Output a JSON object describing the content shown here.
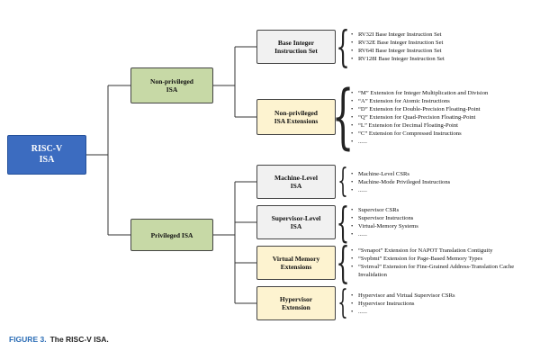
{
  "ui": {
    "bullet": "•",
    "brace": "{"
  },
  "colors": {
    "root-bg": "#3c6cc0",
    "root-border": "#24509a",
    "root-text": "#ffffff",
    "green-bg": "#c7d9a6",
    "yellow-bg": "#fdf3d0",
    "gray-bg": "#f1f1f1",
    "node-border": "#444444",
    "caption-blue": "#2a6cb5",
    "line": "#333333"
  },
  "tree": {
    "root": {
      "label": "RISC-V\nISA"
    },
    "non_privileged": {
      "label": "Non-privileged\nISA"
    },
    "privileged": {
      "label": "Privileged ISA"
    },
    "base_integer": {
      "label": "Base Integer\nInstruction Set"
    },
    "np_extensions": {
      "label": "Non-privileged\nISA Extensions"
    },
    "machine_level": {
      "label": "Machine-Level\nISA"
    },
    "supervisor_level": {
      "label": "Supervisor-Level\nISA"
    },
    "virtual_memory": {
      "label": "Virtual Memory\nExtensions"
    },
    "hypervisor": {
      "label": "Hypervisor\nExtension"
    }
  },
  "lists": {
    "base_integer": [
      "RV32I Base Integer Instruction Set",
      "RV32E Base Integer Instruction Set",
      "RV64I Base Integer Instruction Set",
      "RV128I Base Integer Instruction Set"
    ],
    "np_extensions": [
      "“M” Extension for Integer Multiplication and Division",
      "“A” Extension for Atomic Instructions",
      "“D” Extension for Double-Precision Floating-Point",
      "“Q” Extension for Quad-Precision Floating-Point",
      "“L” Extension for Decimal Floating-Point",
      "“C” Extension for Compressed Instructions",
      "......"
    ],
    "machine_level": [
      "Machine-Level CSRs",
      "Machine-Mode Privileged Instructions",
      "......"
    ],
    "supervisor_level": [
      "Supervisor CSRs",
      "Supervisor Instructions",
      "Virtual-Memory Systems",
      "......"
    ],
    "virtual_memory": [
      "“Svnapot” Extension for NAPOT Translation Contiguity",
      "“Svpbmt” Extension for Page-Based Memory Types",
      "“Svinval” Extension for Fine-Grained Address-Translation Cache Invalidation"
    ],
    "hypervisor": [
      "Hypervisor and Virtual Supervisor CSRs",
      "Hypervisor Instructions",
      "......"
    ]
  },
  "figure": {
    "caption_label": "FIGURE 3.",
    "caption_text": "The RISC-V ISA."
  }
}
